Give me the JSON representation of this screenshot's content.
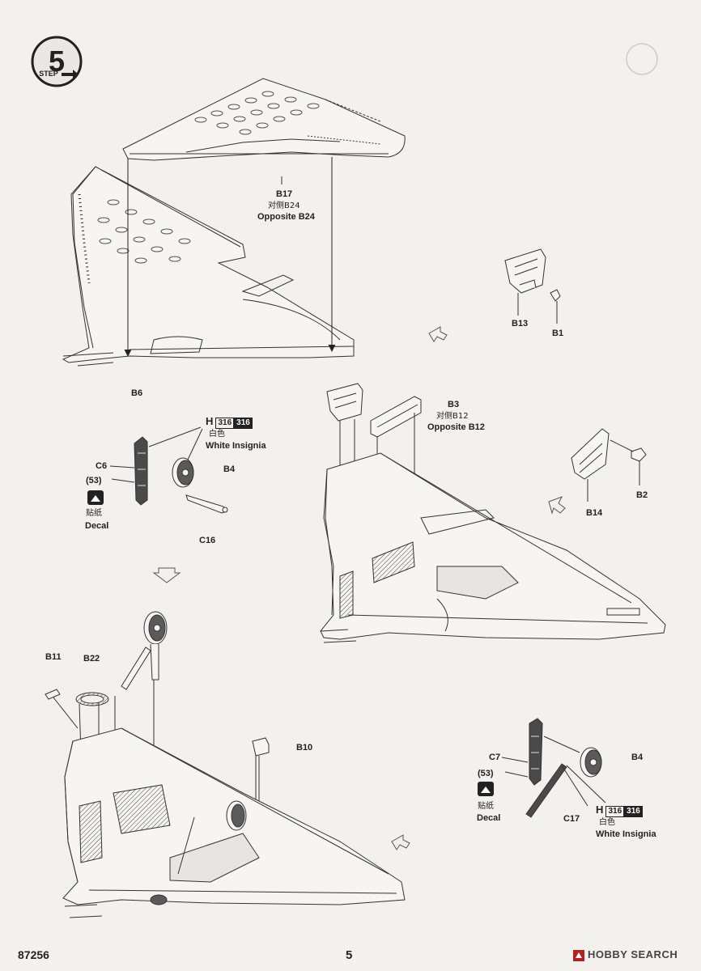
{
  "step": {
    "number": "5",
    "label": "STEP"
  },
  "labels": {
    "B17": "B17",
    "B17_cn": "对侧B24",
    "B17_opp": "Opposite B24",
    "B6": "B6",
    "B13": "B13",
    "B1": "B1",
    "B3": "B3",
    "B3_cn": "对侧B12",
    "B3_opp": "Opposite B12",
    "B14": "B14",
    "B2": "B2",
    "C6": "C6",
    "B4_top": "B4",
    "C16": "C16",
    "B11": "B11",
    "B22": "B22",
    "B10": "B10",
    "C7": "C7",
    "B4_bottom": "B4",
    "C17": "C17"
  },
  "paint_left": {
    "letter": "H",
    "code_a": "316",
    "code_b": "316",
    "cn": "白色",
    "name": "White Insignia"
  },
  "paint_right": {
    "letter": "H",
    "code_a": "316",
    "code_b": "316",
    "cn": "白色",
    "name": "White Insignia"
  },
  "decal_left": {
    "number": "(53)",
    "cn": "贴纸",
    "name": "Decal"
  },
  "decal_right": {
    "number": "(53)",
    "cn": "贴纸",
    "name": "Decal"
  },
  "footer": {
    "kit_number": "87256",
    "page": "5",
    "watermark": "HOBBY SEARCH"
  }
}
